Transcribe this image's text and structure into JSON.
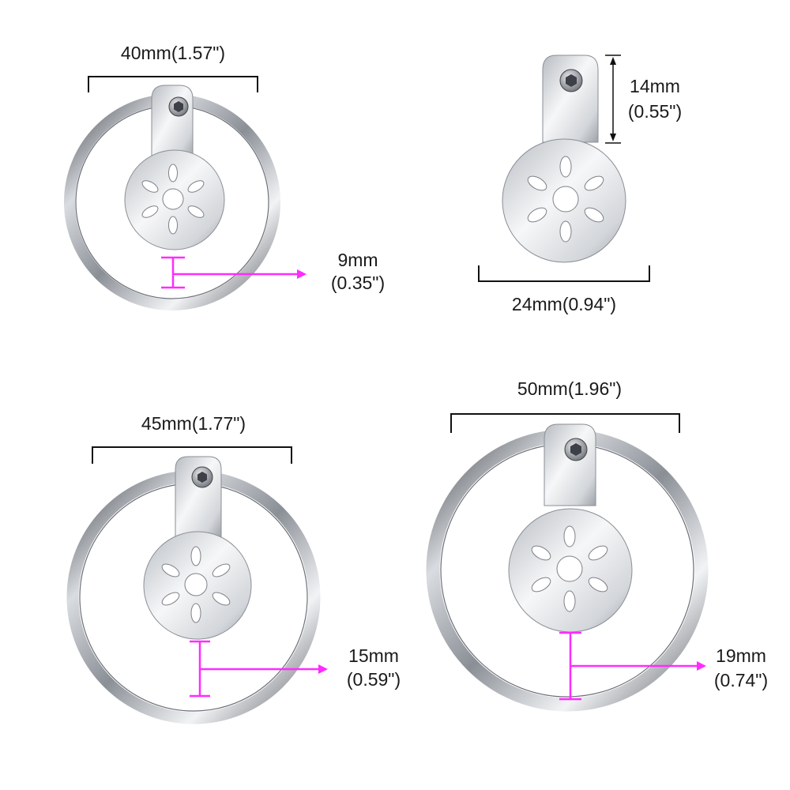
{
  "colors": {
    "measure": "#ff2bff",
    "bracket": "#111111",
    "metal_dark": "#5d6168",
    "metal_light": "#f4f5f7"
  },
  "items": [
    {
      "id": "ring-40",
      "width_label": "40mm(1.57\")",
      "gap_label_mm": "9mm",
      "gap_label_in": "(0.35\")"
    },
    {
      "id": "plate",
      "width_label": "24mm(0.94\")",
      "height_label_mm": "14mm",
      "height_label_in": "(0.55\")"
    },
    {
      "id": "ring-45",
      "width_label": "45mm(1.77\")",
      "gap_label_mm": "15mm",
      "gap_label_in": "(0.59\")"
    },
    {
      "id": "ring-50",
      "width_label": "50mm(1.96\")",
      "gap_label_mm": "19mm",
      "gap_label_in": "(0.74\")"
    }
  ]
}
